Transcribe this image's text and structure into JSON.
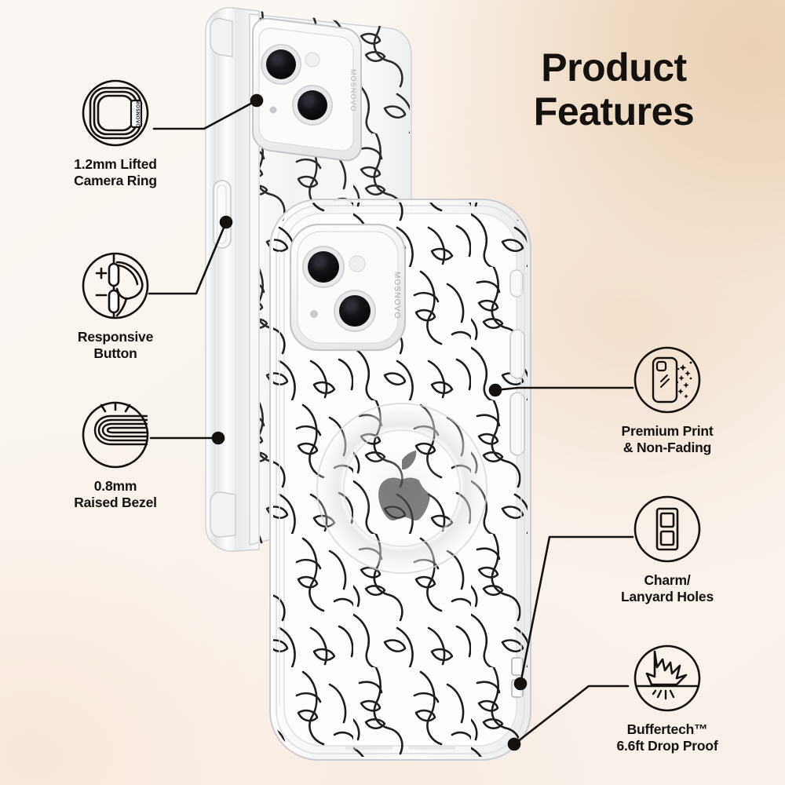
{
  "page": {
    "title_line1": "Product",
    "title_line2": "Features",
    "brand": "MOSNOVO",
    "background_colors": {
      "cream": "#f9f4ef",
      "warm_tan": "#eed9c4",
      "blush": "#f7e9dd",
      "ink": "#14110f"
    }
  },
  "features": [
    {
      "id": "lifted-camera-ring",
      "icon": "camera-ring-icon",
      "caption": "1.2mm Lifted\nCamera Ring",
      "side": "left",
      "ring_text": "MOSNOVO"
    },
    {
      "id": "responsive-button",
      "icon": "responsive-button-icon",
      "caption": "Responsive\nButton",
      "side": "left",
      "symbols": [
        "+",
        "−"
      ]
    },
    {
      "id": "raised-bezel",
      "icon": "raised-bezel-icon",
      "caption": "0.8mm\nRaised Bezel",
      "side": "left"
    },
    {
      "id": "premium-print",
      "icon": "premium-print-icon",
      "caption": "Premium Print\n& Non-Fading",
      "side": "right"
    },
    {
      "id": "charm-lanyard-holes",
      "icon": "lanyard-holes-icon",
      "caption": "Charm/\nLanyard Holes",
      "side": "right"
    },
    {
      "id": "buffertech-drop-proof",
      "icon": "drop-proof-icon",
      "caption": "Buffertech™\n6.6ft Drop Proof",
      "side": "right"
    }
  ],
  "product": {
    "type": "clear-phone-case",
    "pattern": "abstract one-line faces",
    "back_phone_label": "rear-angled-phone-case",
    "front_phone_label": "front-phone-case",
    "magsafe_ring": true,
    "camera_count": 2
  }
}
